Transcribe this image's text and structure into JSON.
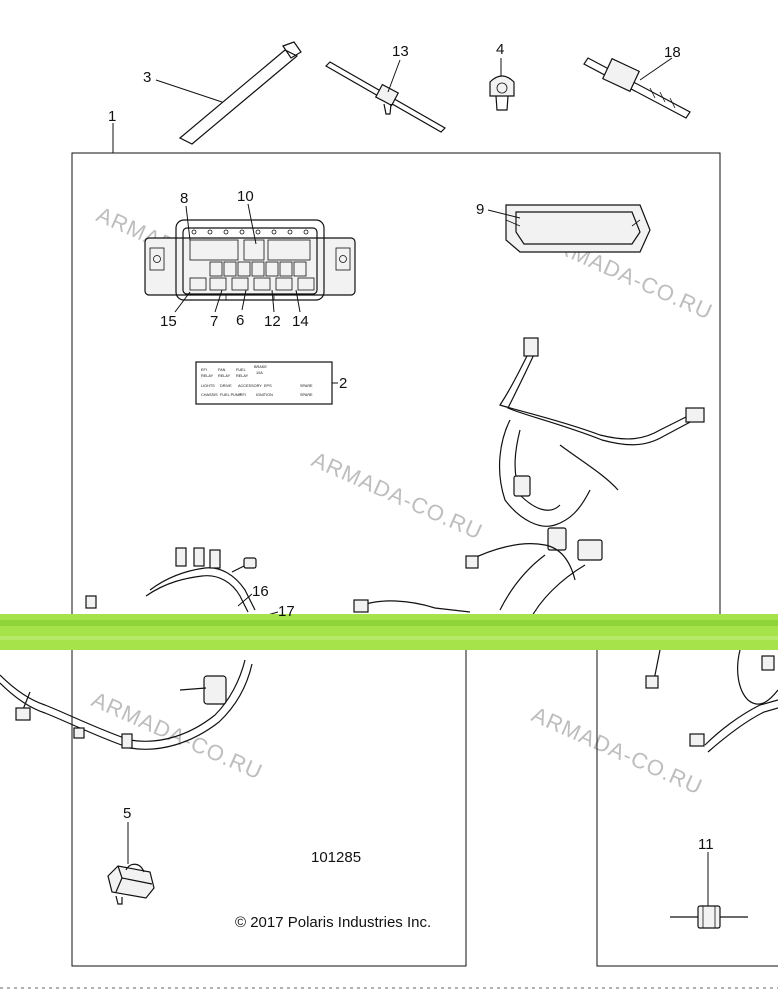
{
  "callouts": {
    "c1": "1",
    "c2": "2",
    "c3": "3",
    "c4": "4",
    "c5": "5",
    "c6": "6",
    "c7": "7",
    "c8": "8",
    "c9": "9",
    "c10": "10",
    "c11": "11",
    "c12": "12",
    "c13": "13",
    "c14": "14",
    "c15": "15",
    "c16": "16",
    "c17": "17",
    "c18": "18"
  },
  "watermarks": [
    "ARMADA-CO.RU",
    "ARMADA-CO.RU",
    "ARMADA-CO.RU",
    "ARMADA-CO.RU",
    "ARMADA-CO.RU"
  ],
  "figure_number": "101285",
  "copyright": "© 2017 Polaris Industries Inc.",
  "fuse_label": {
    "row1": [
      "EFI",
      "FAN",
      "FUEL",
      "BRAKE",
      "RELAY",
      "RELAY",
      "RELAY",
      "10A"
    ],
    "row2": [
      "LIGHTS",
      "DRIVE",
      "ACCESSORY",
      "EPS",
      "SPARE"
    ],
    "row3": [
      "CHASSIS",
      "FUEL PUMP",
      "EFI",
      "IGNITION",
      "SPARE"
    ]
  },
  "colors": {
    "line": "#111111",
    "watermark": "#bdbdbd",
    "band": "#9be23a"
  }
}
